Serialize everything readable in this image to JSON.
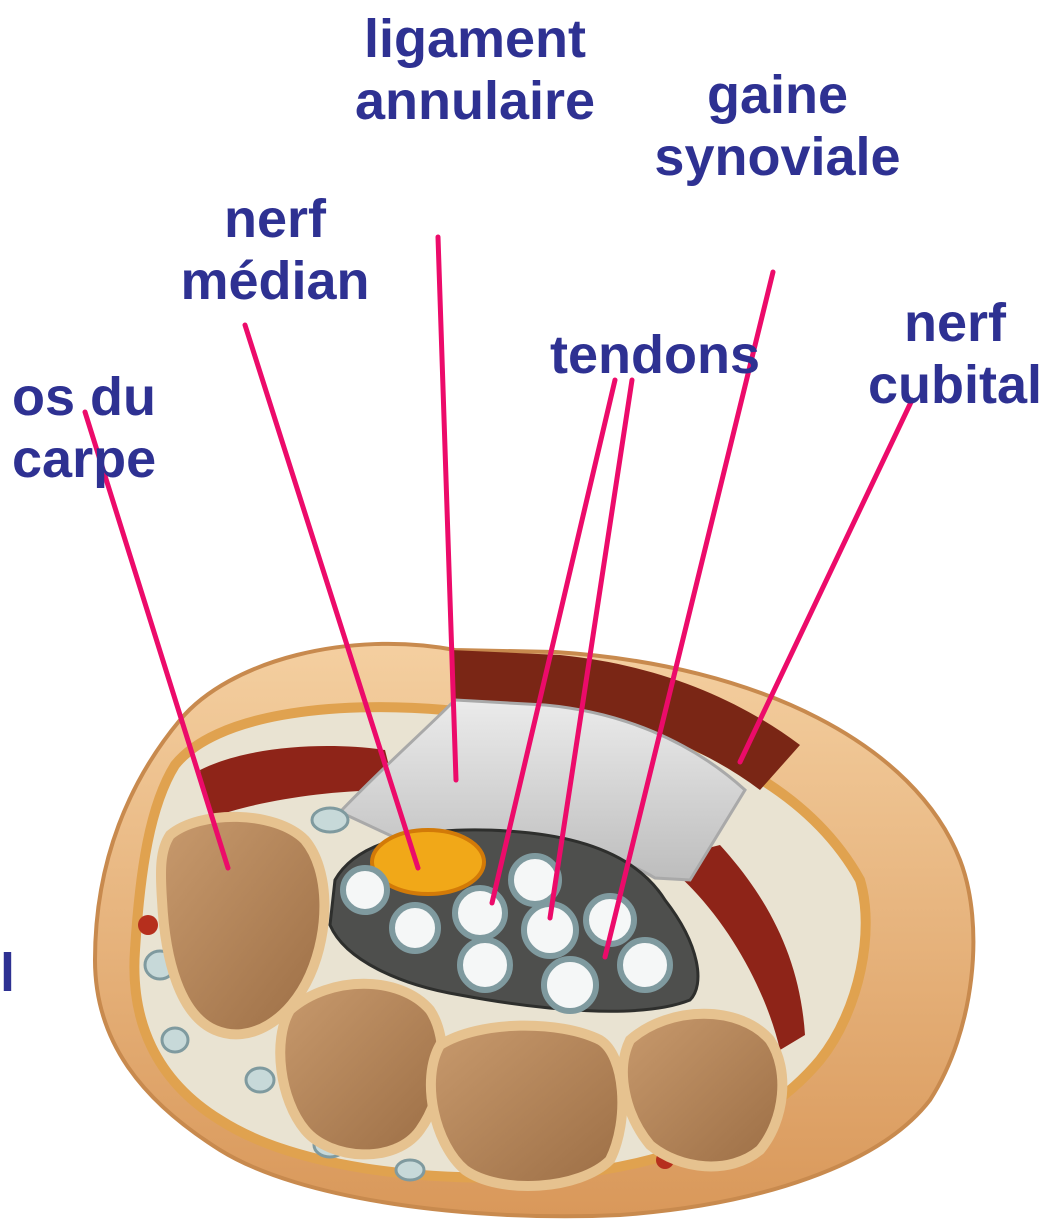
{
  "colors": {
    "label_text": "#2E3192",
    "leader_line": "#EC0B6A",
    "skin": "#F2C28F",
    "bone": "#B5865B",
    "ligament": "#D6D6D6",
    "nerve_median": "#F1A818",
    "sheath": "#4E4F4D",
    "muscle": "#8E2418"
  },
  "labels": {
    "ligament": [
      "ligament",
      "annulaire"
    ],
    "gaine": [
      "gaine",
      "synoviale"
    ],
    "nerf_median": [
      "nerf",
      "médian"
    ],
    "tendons": [
      "tendons"
    ],
    "nerf_cubital": [
      "nerf",
      "cubital"
    ],
    "os_carpe": [
      "os du",
      "carpe"
    ],
    "partial_left": "l"
  }
}
